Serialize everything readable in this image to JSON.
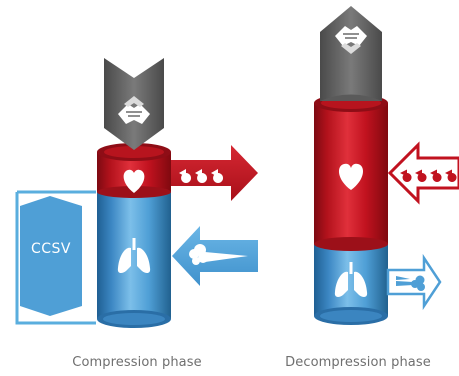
{
  "phases": {
    "compression": {
      "caption": "Compression phase"
    },
    "decompression": {
      "caption": "Decompression phase"
    }
  },
  "device": {
    "label": "CCSV"
  },
  "icons": {
    "hands": "clasped-hands-icon",
    "heart": "heart-icon",
    "lungs": "lungs-icon",
    "blood": "blood-drops-icon",
    "air": "air-puff-icon"
  },
  "colors": {
    "blood_red": "#c1121f",
    "air_blue": "#4f9fd6",
    "frame_blue": "#5aaede",
    "grey_arrow": "#6b6b6b"
  }
}
